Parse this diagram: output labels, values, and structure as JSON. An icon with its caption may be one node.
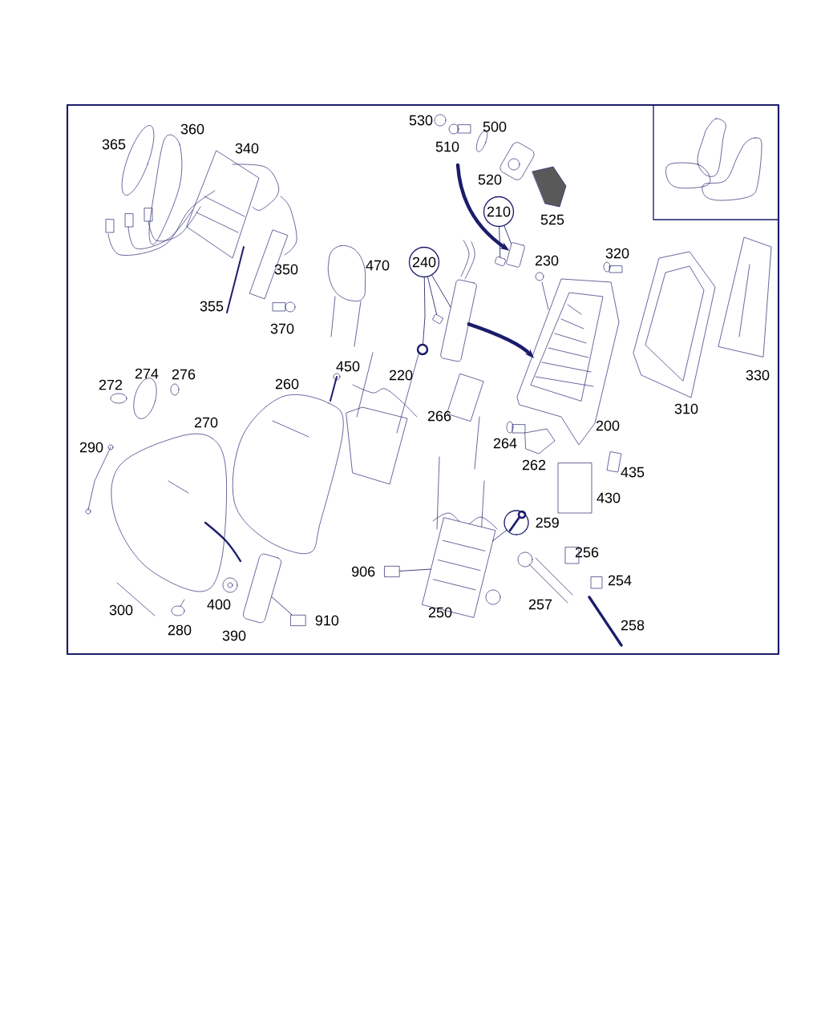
{
  "diagram": {
    "nodes": [
      {
        "text": [
          "240"
        ]
      },
      {
        "text": [],
        "shape": "picture"
      },
      {
        "text": [],
        "shape": "picture"
      },
      {
        "text": [],
        "shape": "picture"
      },
      {
        "text": [
          "210"
        ]
      },
      {
        "text": [],
        "shape": "picture"
      },
      {
        "text": [],
        "shape": "picture"
      },
      {
        "text": [
          "259"
        ]
      },
      {
        "text": [],
        "shape": "picture"
      },
      {
        "text": [
          "906"
        ]
      },
      {
        "text": [
          "910"
        ]
      },
      {
        "text": [],
        "shape": "picture"
      }
    ],
    "edges": [
      {
        "from": 0,
        "to": 1,
        "arrow": "none"
      },
      {
        "from": 0,
        "to": 2,
        "arrow": "none"
      },
      {
        "from": 0,
        "to": 3,
        "arrow": "none"
      },
      {
        "from": 4,
        "to": 5,
        "arrow": "none"
      },
      {
        "from": 4,
        "to": 6,
        "arrow": "none"
      },
      {
        "from": 7,
        "to": 8,
        "arrow": "none"
      },
      {
        "from": 9,
        "to": 8,
        "arrow": "none"
      },
      {
        "from": 10,
        "to": 11,
        "arrow": "none"
      },
      {
        "from": null,
        "to": 6,
        "arrow": "to",
        "style": "thick"
      },
      {
        "from": 1,
        "to": null,
        "arrow": "to",
        "style": "thick"
      }
    ],
    "labels": [
      "530",
      "500",
      "360",
      "510",
      "340",
      "365",
      "520",
      "525",
      "230",
      "320",
      "350",
      "470",
      "355",
      "370",
      "450",
      "220",
      "260",
      "274",
      "276",
      "330",
      "272",
      "310",
      "266",
      "270",
      "200",
      "264",
      "290",
      "262",
      "435",
      "430",
      "256",
      "254",
      "400",
      "257",
      "300",
      "250",
      "258",
      "280",
      "390"
    ]
  }
}
